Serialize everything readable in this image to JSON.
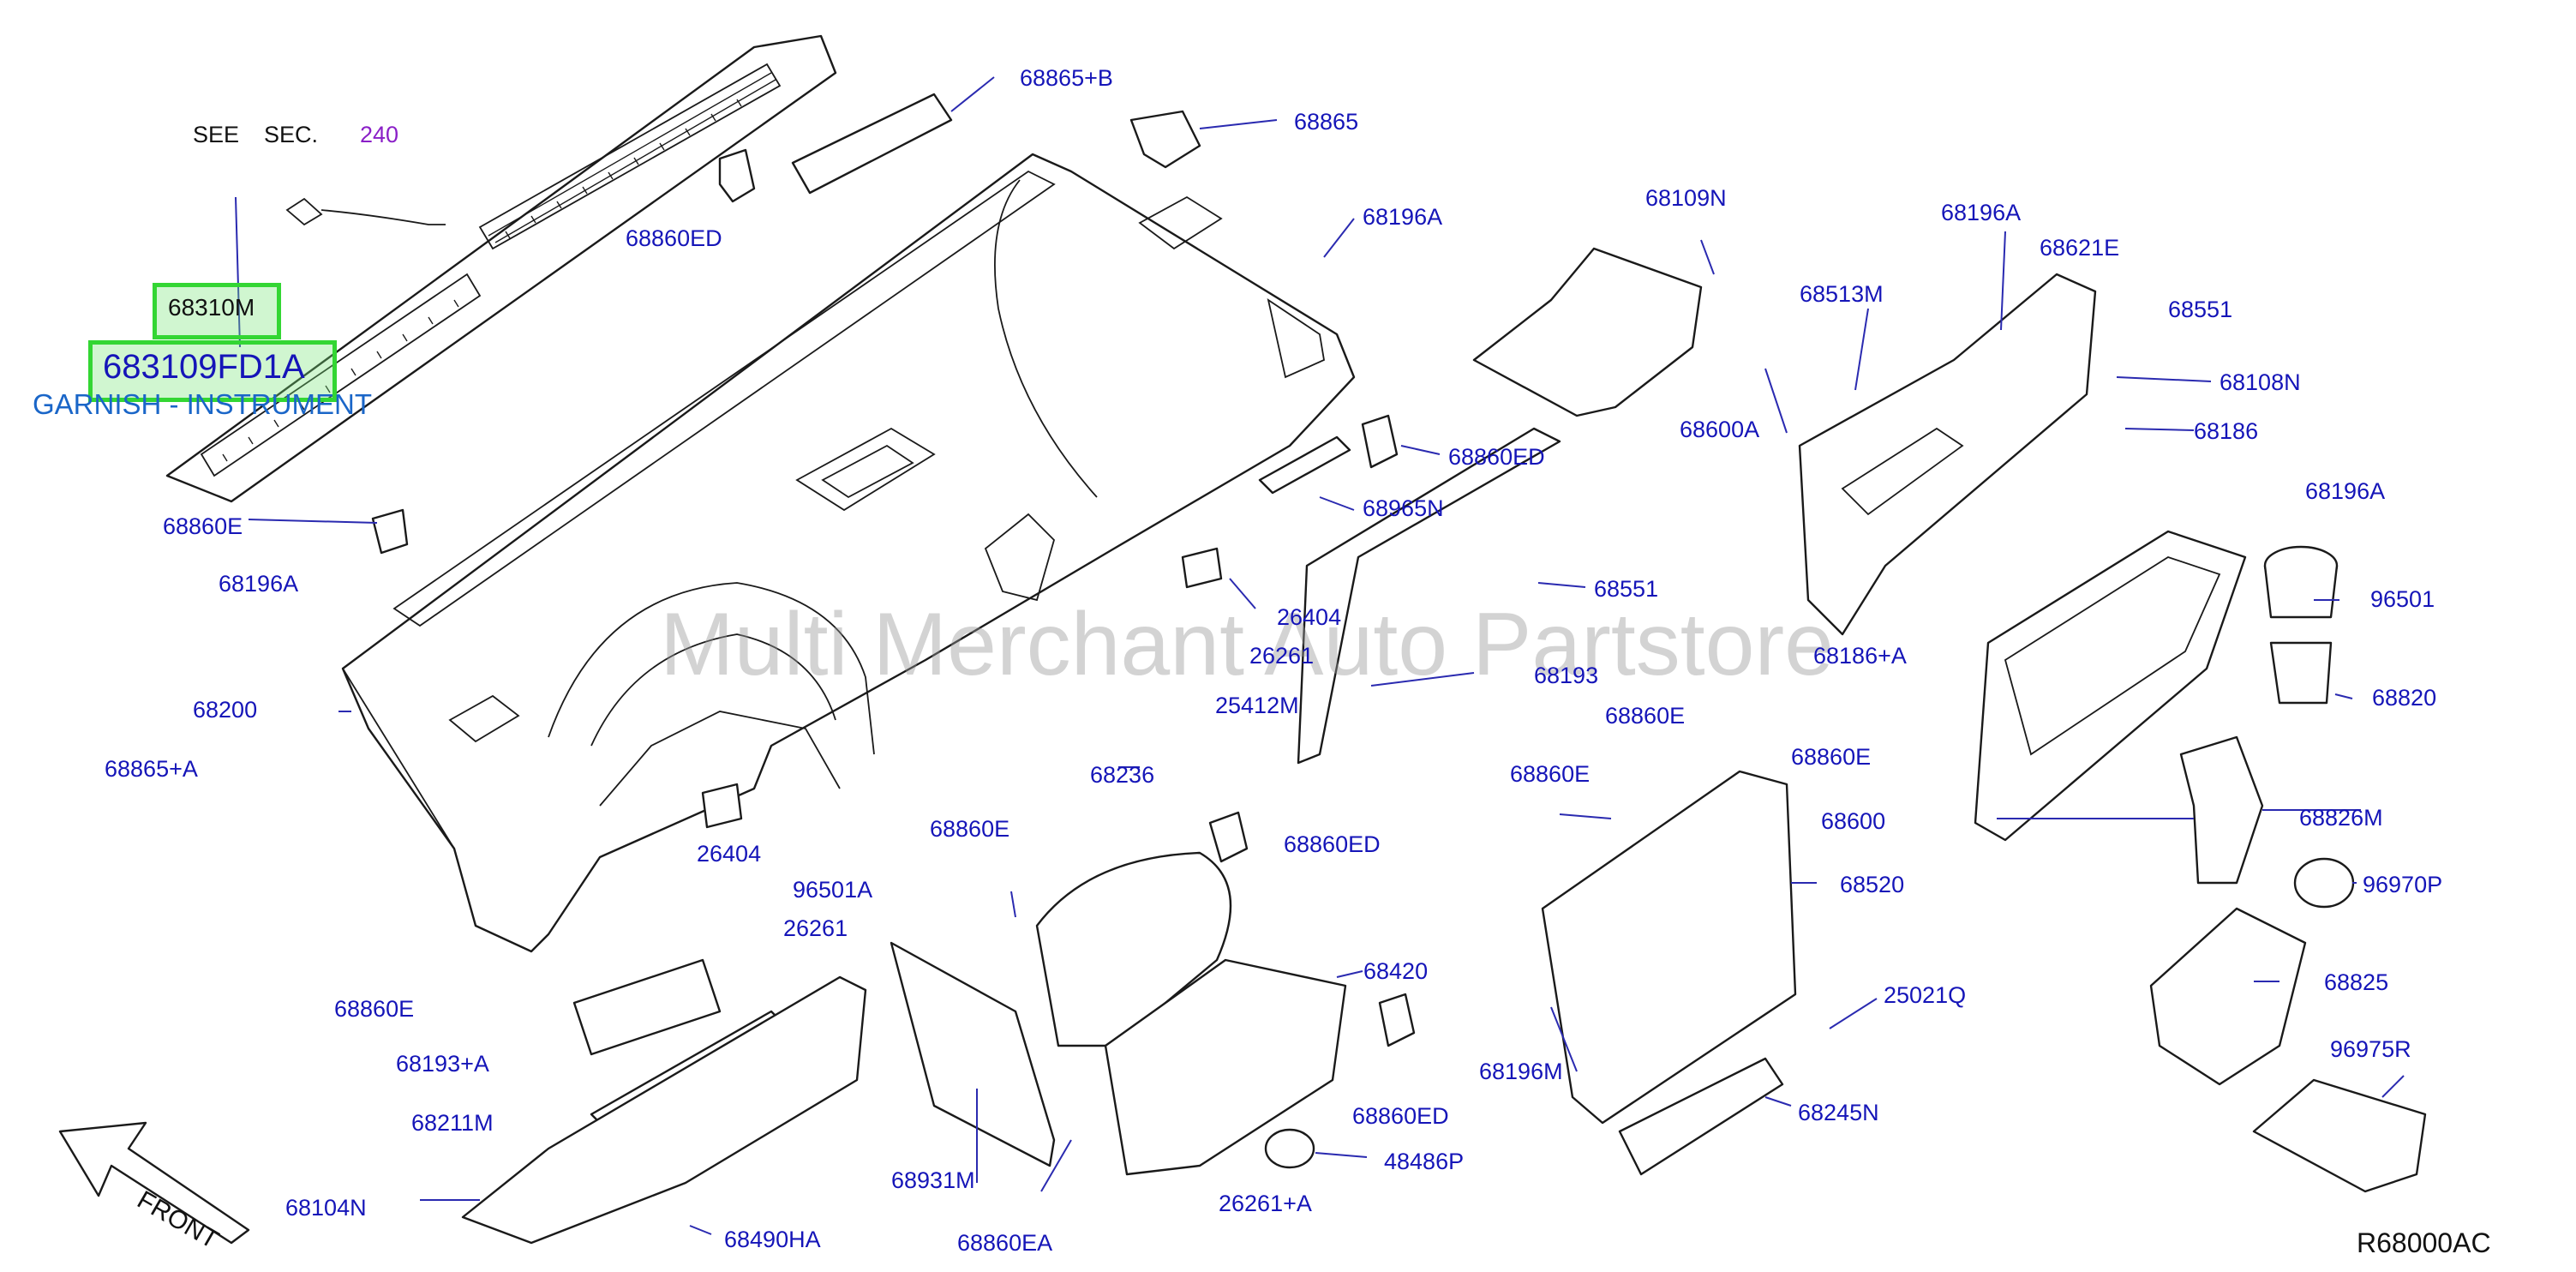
{
  "see_section": {
    "prefix": "SEE",
    "sec": "SEC.",
    "number": "240"
  },
  "highlight": {
    "primary": "68310M",
    "secondary": "683109FD1A",
    "description": "GARNISH - INSTRUMENT"
  },
  "watermark": "Multi Merchant Auto Partstore",
  "diagram_code": "R68000AC",
  "front_label": "FRONT",
  "parts": [
    "68865+B",
    "68865",
    "68860ED",
    "68196A",
    "68109N",
    "68196A",
    "68621E",
    "68513M",
    "68551",
    "68108N",
    "68600A",
    "68186",
    "68196A",
    "68860E",
    "68860ED",
    "68965N",
    "68196A",
    "68551",
    "96501",
    "26404",
    "26261",
    "68186+A",
    "68193",
    "68200",
    "25412M",
    "68820",
    "68860E",
    "68860E",
    "68860E",
    "68865+A",
    "68236",
    "96501A",
    "68860E",
    "68860ED",
    "68600",
    "68826M",
    "68520",
    "26404",
    "96970P",
    "26261",
    "68420",
    "25021Q",
    "68825",
    "68860E",
    "68193+A",
    "68196M",
    "68860ED",
    "96975R",
    "68211M",
    "48486P",
    "68245N",
    "68931M",
    "26261+A",
    "68104N",
    "68490HA",
    "68860EA"
  ],
  "colors": {
    "label": "#1515b8",
    "highlight": "#33d633",
    "section_number": "#8a1fc7"
  }
}
